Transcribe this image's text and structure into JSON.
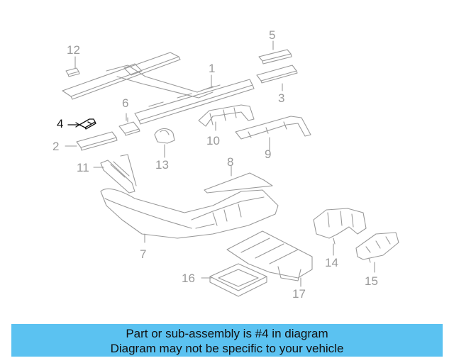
{
  "diagram": {
    "callouts": [
      "1",
      "2",
      "3",
      "4",
      "5",
      "6",
      "7",
      "8",
      "9",
      "10",
      "11",
      "12",
      "13",
      "14",
      "15",
      "16",
      "17"
    ],
    "highlighted_callout": "4"
  },
  "banner": {
    "line1": "Part or sub-assembly is #4 in diagram",
    "line2": "Diagram may not be specific to your vehicle"
  },
  "colors": {
    "line_art": "#9a9a9a",
    "highlight": "#111111",
    "banner_bg": "#5bc2f1"
  }
}
